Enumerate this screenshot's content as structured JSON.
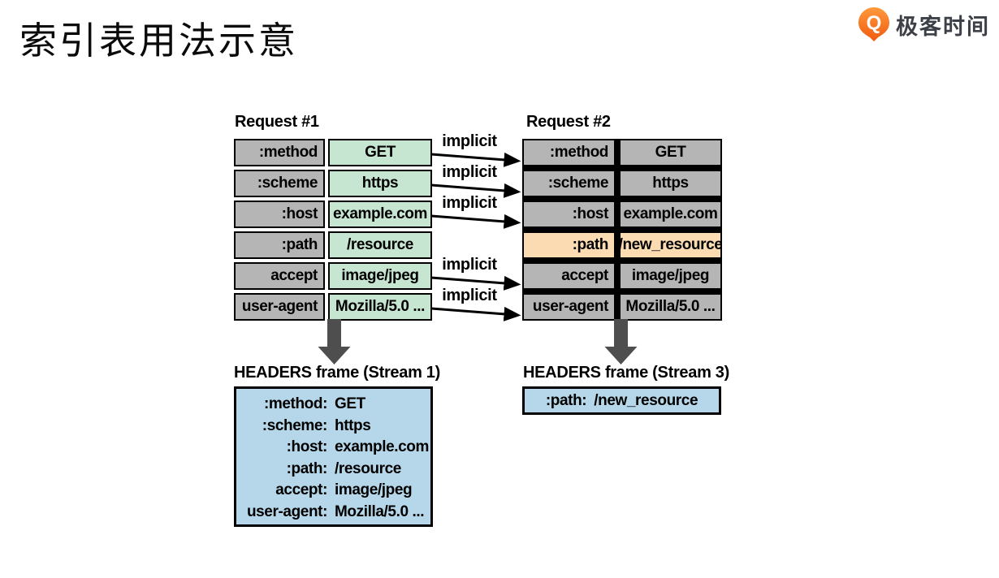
{
  "slide": {
    "title": "索引表用法示意"
  },
  "logo": {
    "text": "极客时间",
    "orange": "#f86a0a"
  },
  "diagram": {
    "arrow_label": "implicit",
    "request1": {
      "label": "Request #1",
      "rows": [
        {
          "key": ":method",
          "value": "GET"
        },
        {
          "key": ":scheme",
          "value": "https"
        },
        {
          "key": ":host",
          "value": "example.com"
        },
        {
          "key": ":path",
          "value": "/resource"
        },
        {
          "key": "accept",
          "value": "image/jpeg"
        },
        {
          "key": "user-agent",
          "value": "Mozilla/5.0 ..."
        }
      ]
    },
    "request2": {
      "label": "Request #2",
      "rows": [
        {
          "key": ":method",
          "value": "GET"
        },
        {
          "key": ":scheme",
          "value": "https"
        },
        {
          "key": ":host",
          "value": "example.com"
        },
        {
          "key": ":path",
          "value": "/new_resource",
          "highlighted": true
        },
        {
          "key": "accept",
          "value": "image/jpeg"
        },
        {
          "key": "user-agent",
          "value": "Mozilla/5.0 ..."
        }
      ]
    },
    "frame1": {
      "label": "HEADERS frame (Stream 1)",
      "lines": [
        {
          "key": ":method:",
          "value": "GET"
        },
        {
          "key": ":scheme:",
          "value": "https"
        },
        {
          "key": ":host:",
          "value": "example.com"
        },
        {
          "key": ":path:",
          "value": "/resource"
        },
        {
          "key": "accept:",
          "value": "image/jpeg"
        },
        {
          "key": "user-agent:",
          "value": "Mozilla/5.0 ..."
        }
      ]
    },
    "frame2": {
      "label": "HEADERS frame (Stream 3)",
      "lines": [
        {
          "key": ":path:",
          "value": "/new_resource"
        }
      ]
    },
    "colors": {
      "indexed_green": "#c7e6d2",
      "table_gray": "#b5b5b5",
      "highlight_peach": "#fbdcb2",
      "frame_blue": "#b6d7e9",
      "down_arrow_gray": "#4e4e4e"
    }
  }
}
